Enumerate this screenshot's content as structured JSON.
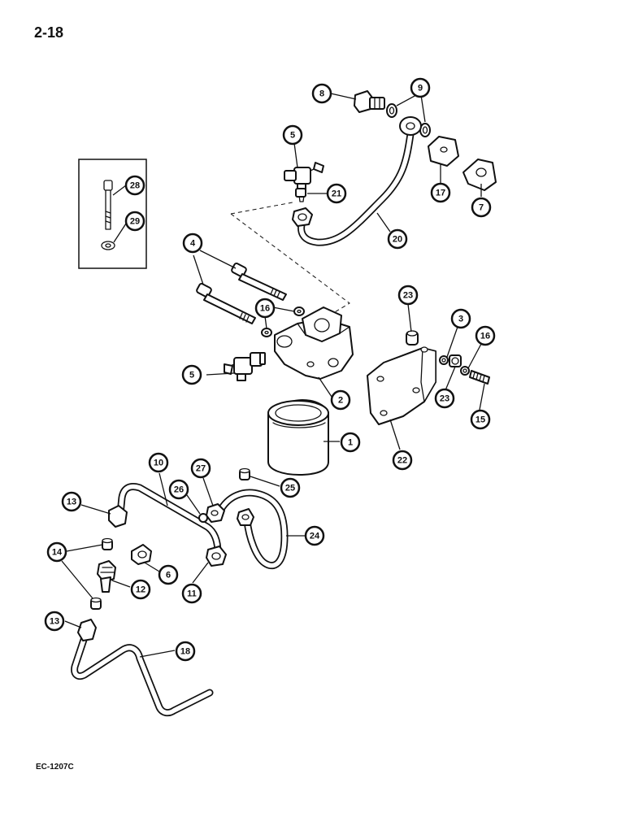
{
  "page_number": "2-18",
  "drawing_code": "EC-1207C",
  "callouts": [
    {
      "id": "c8",
      "label": "8"
    },
    {
      "id": "c9",
      "label": "9"
    },
    {
      "id": "c5a",
      "label": "5"
    },
    {
      "id": "c21",
      "label": "21"
    },
    {
      "id": "c17",
      "label": "17"
    },
    {
      "id": "c7",
      "label": "7"
    },
    {
      "id": "c20",
      "label": "20"
    },
    {
      "id": "c28",
      "label": "28"
    },
    {
      "id": "c29",
      "label": "29"
    },
    {
      "id": "c4",
      "label": "4"
    },
    {
      "id": "c16a",
      "label": "16"
    },
    {
      "id": "c23a",
      "label": "23"
    },
    {
      "id": "c3",
      "label": "3"
    },
    {
      "id": "c16b",
      "label": "16"
    },
    {
      "id": "c5b",
      "label": "5"
    },
    {
      "id": "c2",
      "label": "2"
    },
    {
      "id": "c23b",
      "label": "23"
    },
    {
      "id": "c15",
      "label": "15"
    },
    {
      "id": "c1",
      "label": "1"
    },
    {
      "id": "c22",
      "label": "22"
    },
    {
      "id": "c10",
      "label": "10"
    },
    {
      "id": "c27",
      "label": "27"
    },
    {
      "id": "c26",
      "label": "26"
    },
    {
      "id": "c25",
      "label": "25"
    },
    {
      "id": "c13a",
      "label": "13"
    },
    {
      "id": "c24",
      "label": "24"
    },
    {
      "id": "c14",
      "label": "14"
    },
    {
      "id": "c6",
      "label": "6"
    },
    {
      "id": "c12",
      "label": "12"
    },
    {
      "id": "c11",
      "label": "11"
    },
    {
      "id": "c13b",
      "label": "13"
    },
    {
      "id": "c18",
      "label": "18"
    }
  ]
}
